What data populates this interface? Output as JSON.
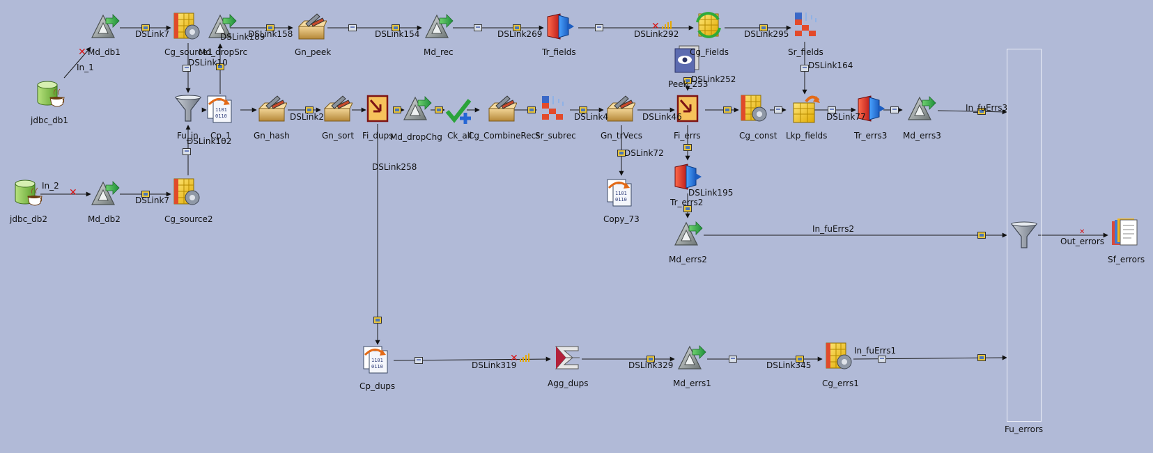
{
  "nodes": {
    "jdbc_db1": "jdbc_db1",
    "jdbc_db2": "jdbc_db2",
    "md_db1": "Md_db1",
    "md_db2": "Md_db2",
    "cg_source1": "Cg_source1",
    "cg_source2": "Cg_source2",
    "md_dropsrc": "Md_dropSrc",
    "gn_peek": "Gn_peek",
    "md_rec": "Md_rec",
    "tr_fields": "Tr_fields",
    "cg_fields": "Cg_Fields",
    "sr_fields": "Sr_fields",
    "peek_253": "Peek_253",
    "fu_in": "Fu_in",
    "cp_1": "Cp_1",
    "gn_hash": "Gn_hash",
    "gn_sort": "Gn_sort",
    "fi_dups": "Fi_dups",
    "md_dropchg": "Md_dropChg",
    "ck_all": "Ck_all",
    "cg_combinerecs": "Cg_CombineRecs",
    "sr_subrec": "Sr_subrec",
    "gn_trvecs": "Gn_trVecs",
    "fi_errs": "Fi_errs",
    "cg_const": "Cg_const",
    "lkp_fields": "Lkp_fields",
    "tr_errs3": "Tr_errs3",
    "md_errs3": "Md_errs3",
    "copy_73": "Copy_73",
    "tr_errs2": "Tr_errs2",
    "md_errs2": "Md_errs2",
    "cp_dups": "Cp_dups",
    "agg_dups": "Agg_dups",
    "md_errs1": "Md_errs1",
    "cg_errs1": "Cg_errs1",
    "fu_errors": "Fu_errors",
    "sf_errors": "Sf_errors"
  },
  "links": {
    "in_1": "In_1",
    "in_2": "In_2",
    "dslink7a": "DSLink7",
    "dslink7b": "DSLink7",
    "dslink189": "DSLink189",
    "dslink158": "DSLink158",
    "dslink154": "DSLink154",
    "dslink269": "DSLink269",
    "dslink292": "DSLink292",
    "dslink295": "DSLink295",
    "dslink10": "DSLink10",
    "dslink252": "DSLink252",
    "dslink164": "DSLink164",
    "dslink102": "DSLink102",
    "dslink2": "DSLink2",
    "dslink258": "DSLink258",
    "dslink4": "DSLink4",
    "dslink46": "DSLink46",
    "dslink72": "DSLink72",
    "dslink195": "DSLink195",
    "dslink77": "DSLink77",
    "in_fuerrs3": "In_fuErrs3",
    "in_fuerrs2": "In_fuErrs2",
    "in_fuerrs1": "In_fuErrs1",
    "out_errors": "Out_errors",
    "dslink319": "DSLink319",
    "dslink329": "DSLink329",
    "dslink345": "DSLink345"
  },
  "colors": {
    "canvas": "#b1bad7",
    "link": "#1a1a1a",
    "error_marker": "#d81414",
    "funnel_frame": "#eef0f8"
  }
}
